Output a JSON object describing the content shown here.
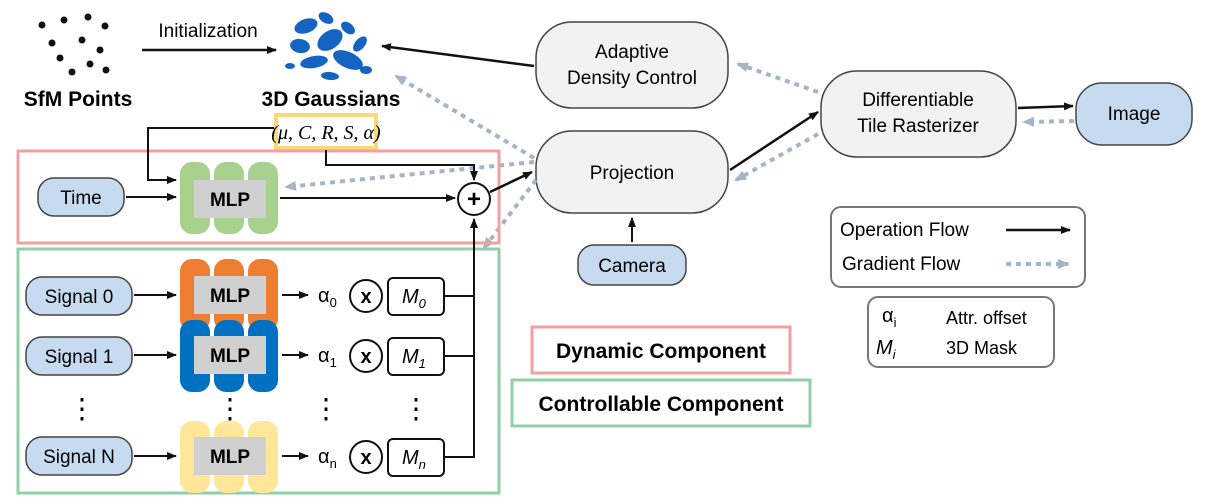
{
  "sfm_points": {
    "label": "SfM Points"
  },
  "initialization": {
    "label": "Initialization"
  },
  "gaussians": {
    "label": "3D Gaussians",
    "params": "(μ, C, R, S, α)"
  },
  "adaptive_density": {
    "line1": "Adaptive",
    "line2": "Density Control"
  },
  "rasterizer": {
    "line1": "Differentiable",
    "line2": "Tile Rasterizer"
  },
  "image": {
    "label": "Image"
  },
  "projection": {
    "label": "Projection"
  },
  "camera": {
    "label": "Camera"
  },
  "time": {
    "label": "Time"
  },
  "mlp_label": "MLP",
  "plus": "+",
  "times": "x",
  "signals": [
    {
      "label": "Signal 0",
      "alpha": "α",
      "alpha_sub": "0",
      "mask": "M",
      "mask_sub": "0"
    },
    {
      "label": "Signal 1",
      "alpha": "α",
      "alpha_sub": "1",
      "mask": "M",
      "mask_sub": "1"
    },
    {
      "label": "Signal N",
      "alpha": "α",
      "alpha_sub": "n",
      "mask": "M",
      "mask_sub": "n"
    }
  ],
  "dots": "⋮",
  "legend": {
    "operation": "Operation Flow",
    "gradient": "Gradient Flow"
  },
  "notation": {
    "alpha_sym": "α",
    "alpha_sub": "i",
    "alpha_desc": "Attr. offset",
    "mask_sym": "M",
    "mask_sub": "i",
    "mask_desc": "3D Mask"
  },
  "dynamic_component": {
    "label": "Dynamic Component"
  },
  "controllable_component": {
    "label": "Controllable Component"
  },
  "colors": {
    "blue_node": "#c6dbef",
    "gray_node": "#f2f2f2",
    "dynamic_border": "#f0a0a0",
    "controllable_border": "#8fd0a8",
    "param_highlight": "#f7d978",
    "mlp_green": "#a9d18e",
    "mlp_orange": "#ed7d31",
    "mlp_blue": "#0070c0",
    "mlp_yellow": "#ffe699",
    "gaussian_blue": "#1565c0",
    "gradient_arrow": "#a6b4c8"
  }
}
